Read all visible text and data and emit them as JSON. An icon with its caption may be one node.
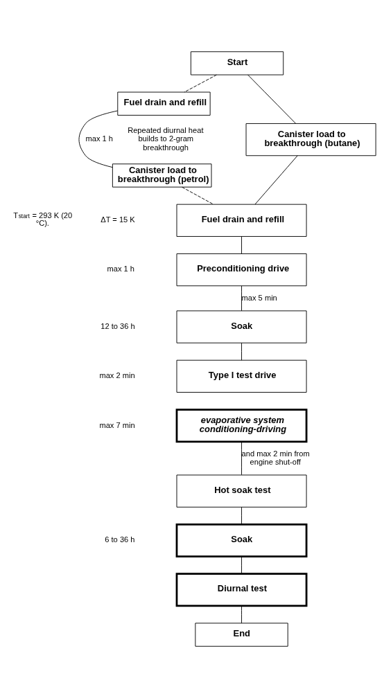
{
  "diagram": {
    "nodes": [
      {
        "text": [
          "Start"
        ]
      },
      {
        "text": [
          "Fuel drain and refill"
        ]
      },
      {
        "text": [
          "Canister load to breakthrough (petrol)"
        ]
      },
      {
        "text": [
          "Canister load to breakthrough (butane)"
        ]
      },
      {
        "text": [
          "Fuel drain and refill"
        ]
      },
      {
        "text": [
          "Preconditioning drive"
        ]
      },
      {
        "text": [
          "Soak"
        ]
      },
      {
        "text": [
          "Type I test drive"
        ]
      },
      {
        "text": [
          "evaporative system conditioning-driving"
        ]
      },
      {
        "text": [
          "Hot soak test"
        ]
      },
      {
        "text": [
          "Soak"
        ]
      },
      {
        "text": [
          "Diurnal test"
        ]
      },
      {
        "text": [
          "End"
        ]
      }
    ],
    "edges": [
      {
        "from": 0,
        "to": 1,
        "arrow": "none",
        "style": "dashed"
      },
      {
        "from": 0,
        "to": 3,
        "arrow": "none"
      },
      {
        "from": 1,
        "to": 2,
        "arrow": "none",
        "label": "max 1 h"
      },
      {
        "from": 2,
        "to": 4,
        "arrow": "none",
        "style": "dashed"
      },
      {
        "from": 3,
        "to": 4,
        "arrow": "none"
      },
      {
        "from": 4,
        "to": 5,
        "arrow": "none"
      },
      {
        "from": 5,
        "to": 6,
        "arrow": "none",
        "label": "max 5 min"
      },
      {
        "from": 6,
        "to": 7,
        "arrow": "none"
      },
      {
        "from": 8,
        "to": 9,
        "arrow": "none",
        "label": "and max 2 min from engine shut-off"
      },
      {
        "from": 9,
        "to": 10,
        "arrow": "none"
      },
      {
        "from": 10,
        "to": 11,
        "arrow": "none"
      },
      {
        "from": 11,
        "to": 12,
        "arrow": "none"
      }
    ],
    "labels": [
      "Repeated diurnal heat builds to 2-gram breakthrough",
      "T$_{start}$ = 293 K (20 °C).",
      "ΔT = 15 K",
      "max 1 h",
      "12 to 36 h",
      "max 2 min",
      "max 7 min",
      "6 to 36 h"
    ]
  }
}
